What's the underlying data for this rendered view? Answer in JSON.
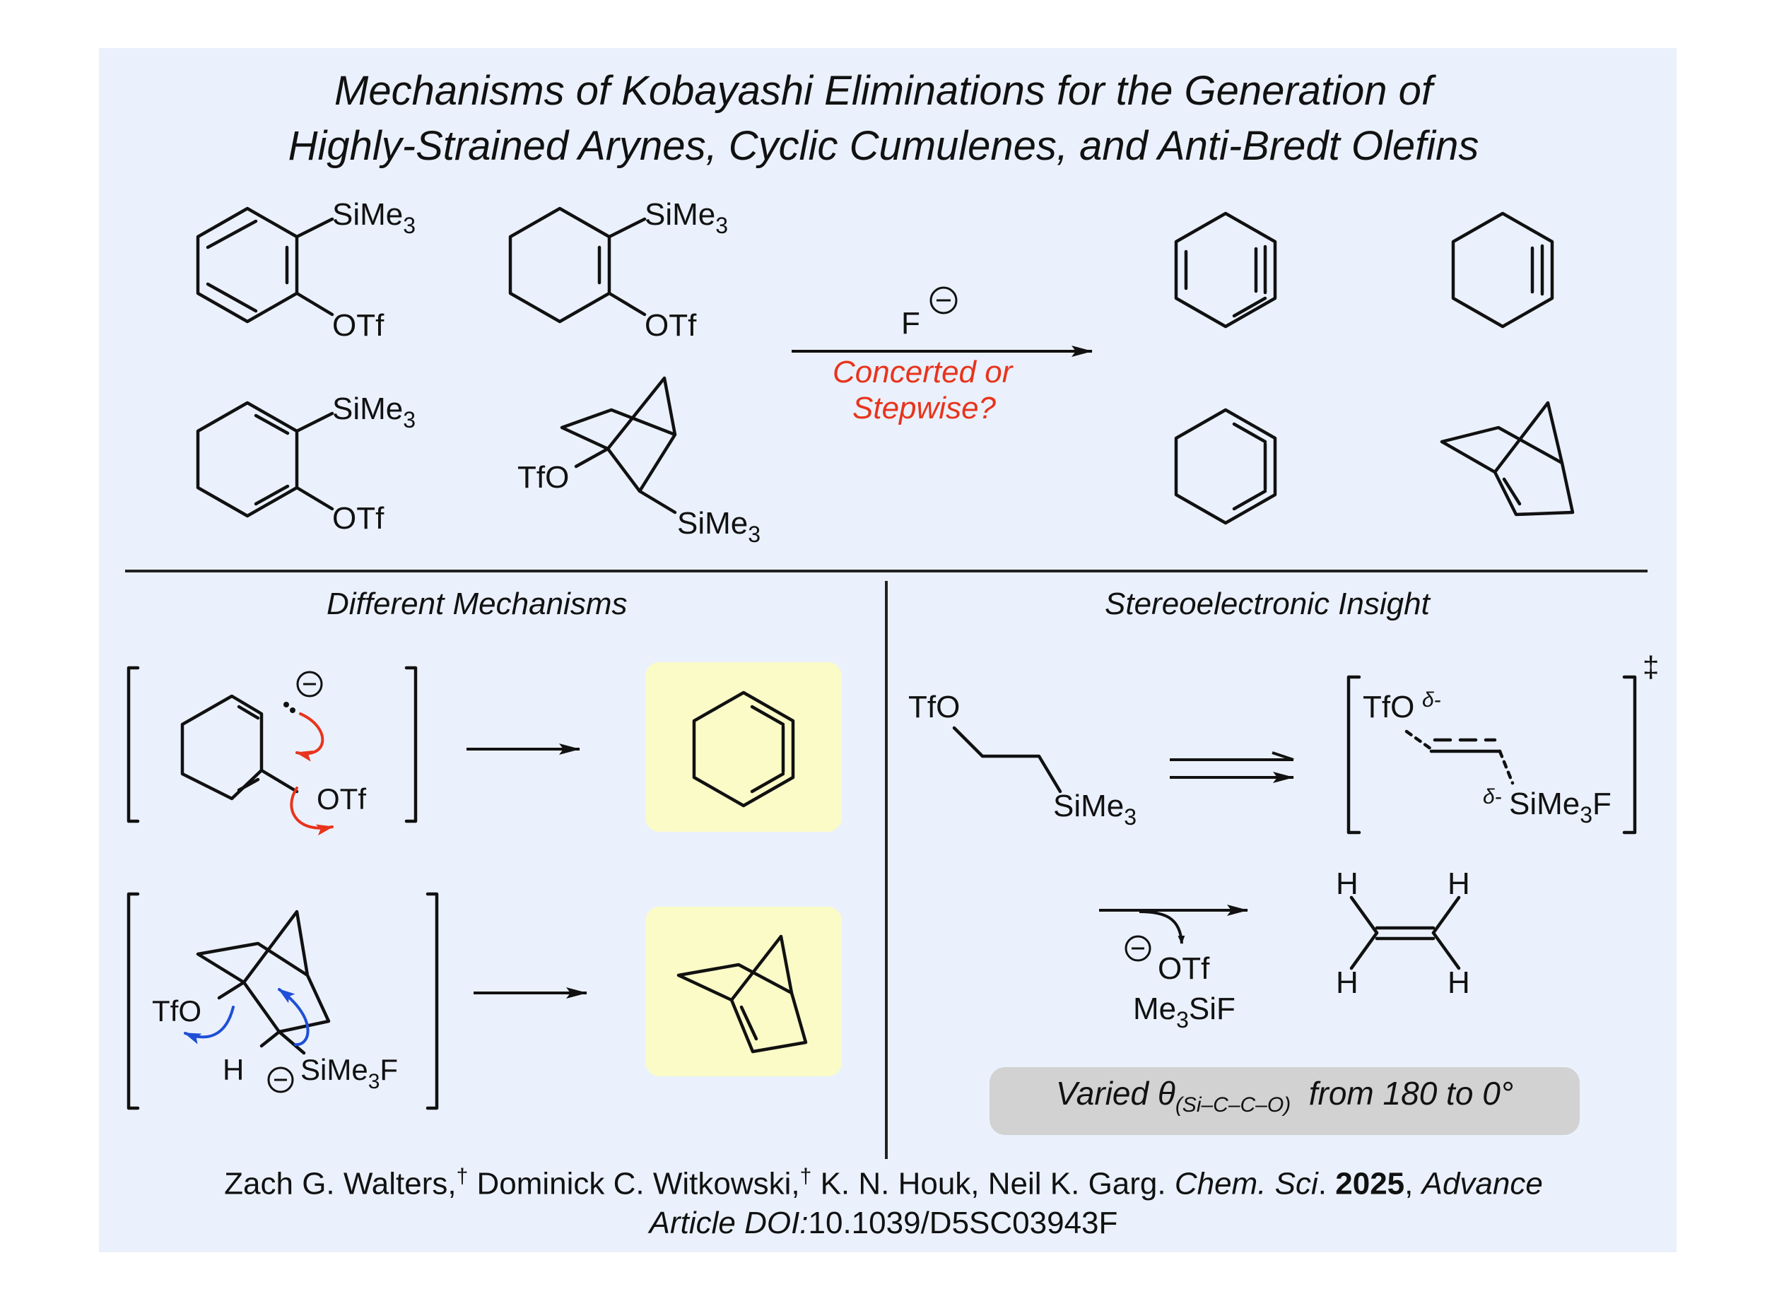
{
  "title": {
    "line1": "Mechanisms of Kobayashi Eliminations for the Generation of",
    "line2": "Highly-Strained Arynes, Cyclic Cumulenes, and Anti-Bredt Olefins"
  },
  "reaction": {
    "reagent": "F",
    "question_line1": "Concerted or",
    "question_line2": "Stepwise?"
  },
  "labels": {
    "tms": "SiMe",
    "sub3": "3",
    "otf": "OTf",
    "tfo": "TfO",
    "tms_f": "SiMe",
    "f": "F",
    "h": "H",
    "tfo_ts": "TfO",
    "delta": "δ-",
    "dagger": "‡",
    "me3sif_me": "Me",
    "me3sif_rest": "SiF",
    "minus": "−"
  },
  "sections": {
    "left_heading": "Different Mechanisms",
    "right_heading": "Stereoelectronic Insight"
  },
  "insight": {
    "varied": "Varied θ",
    "subscript": "(Si–C–C–O)",
    "range": "from 180 to 0°"
  },
  "citation": {
    "authors_1": "Zach G. Walters,",
    "dagger": "†",
    "authors_2": " Dominick C. Witkowski,",
    "authors_3": " K. N. Houk, Neil K. Garg. ",
    "journal": "Chem. Sci",
    "dot": ". ",
    "year": "2025",
    "comma": ", ",
    "advance": "Advance",
    "article": "Article DOI:",
    "doi": "10.1039/D5SC03943F"
  },
  "colors": {
    "panel": "#eaf1fc",
    "highlight": "#fbfbc8",
    "pill": "#d2d2d2",
    "red": "#e8341c",
    "blue": "#1f4fd6"
  }
}
